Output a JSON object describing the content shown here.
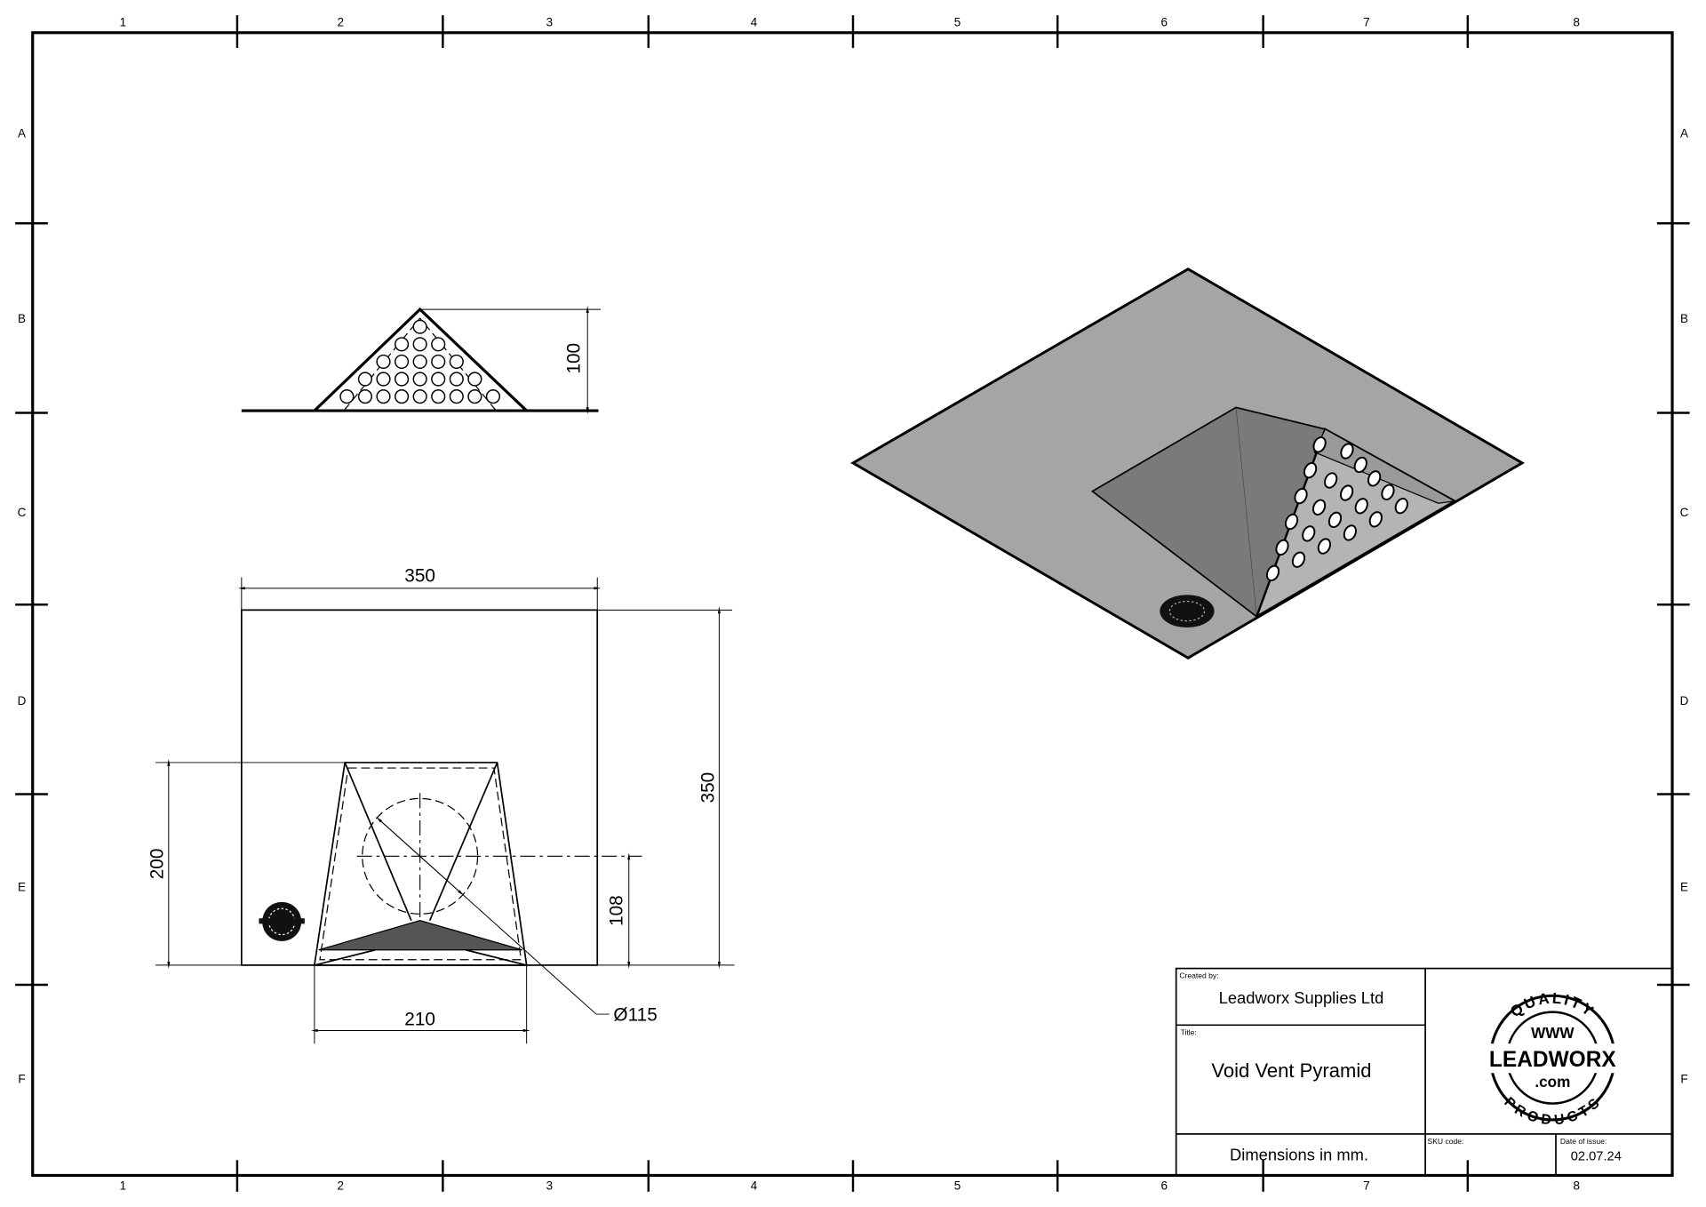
{
  "frame": {
    "columns": [
      "1",
      "2",
      "3",
      "4",
      "5",
      "6",
      "7",
      "8"
    ],
    "rows": [
      "A",
      "B",
      "C",
      "D",
      "E",
      "F"
    ]
  },
  "side_view": {
    "height_dim": "100"
  },
  "top_view": {
    "width_dim": "350",
    "depth_dim": "350",
    "base_height_dim": "200",
    "base_width_dim": "210",
    "vent_offset_dim": "108",
    "vent_diameter_dim": "Ø115"
  },
  "title_block": {
    "created_by_label": "Created by:",
    "created_by": "Leadworx Supplies Ltd",
    "title_label": "Title:",
    "title": "Void Vent Pyramid",
    "units": "Dimensions in mm.",
    "sku_label": "SKU code:",
    "sku": "",
    "date_label": "Date of issue:",
    "date": "02.07.24",
    "logo": {
      "top": "QUALITY",
      "www": "WWW",
      "brand": "LEADWORX",
      "com": ".com",
      "bottom": "PRODUCTS"
    }
  },
  "colors": {
    "plate": "#a5a5a5",
    "pyramid_dark": "#7a7a7a",
    "perforated_face": "#b4b4b4"
  }
}
